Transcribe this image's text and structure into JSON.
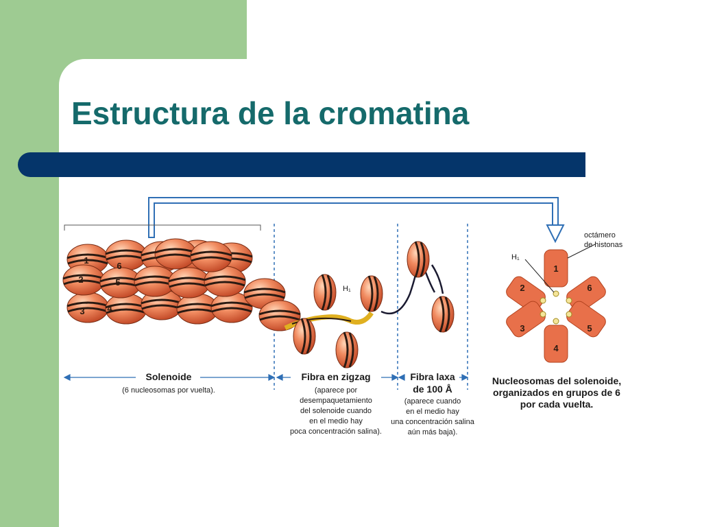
{
  "slide": {
    "title": "Estructura de la cromatina",
    "colors": {
      "title": "#156a6b",
      "bar": "#05356a",
      "panel": "#9ecb92",
      "nucleosome": "#e8704a",
      "arrow": "#2f6fb5"
    }
  },
  "diagram": {
    "solenoid_numbers": [
      "1",
      "2",
      "3",
      "4",
      "5",
      "6"
    ],
    "h1_label": "H₁",
    "sections": {
      "solenoide": {
        "title": "Solenoide",
        "note": "(6 nucleosomas por vuelta)."
      },
      "zigzag": {
        "title": "Fibra en zigzag",
        "lines": [
          "(aparece por",
          "desempaquetamiento",
          "del solenoide cuando",
          "en el medio hay",
          "poca concentración salina)."
        ]
      },
      "laxa": {
        "title_lines": [
          "Fibra laxa",
          "de 100 Å"
        ],
        "lines": [
          "(aparece cuando",
          "en el medio hay",
          "una concentración salina",
          "aún más baja)."
        ]
      }
    },
    "top_view": {
      "octamer_label": [
        "octámero",
        "de histonas"
      ],
      "h1_label": "H₁",
      "petal_numbers": [
        "1",
        "6",
        "5",
        "4",
        "3",
        "2"
      ],
      "caption": [
        "Nucleosomas del solenoide,",
        "organizados en grupos de 6",
        "por cada vuelta."
      ]
    }
  }
}
